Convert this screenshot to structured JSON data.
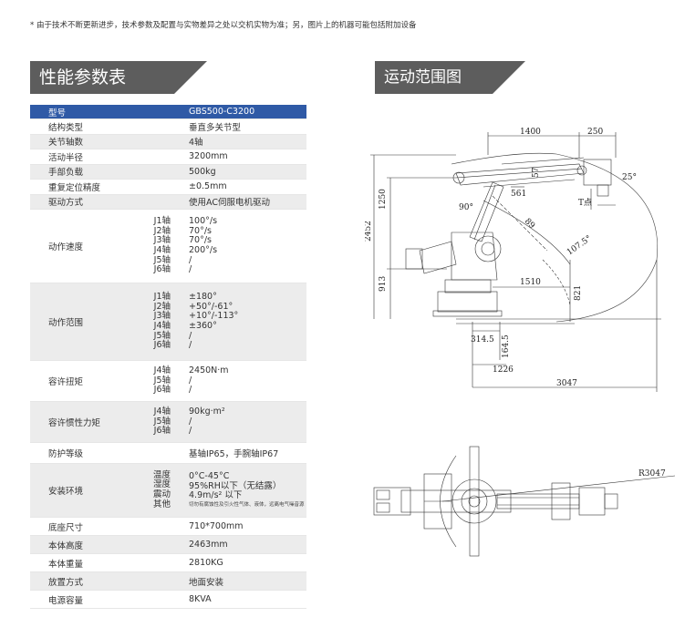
{
  "note": "* 由于技术不断更新进步，技术参数及配置与实物差异之处以交机实物为准；另，图片上的机器可能包括附加设备",
  "left_title": "性能参数表",
  "right_title": "运动范围图",
  "spec": {
    "header": {
      "label": "型号",
      "value": "GBS500-C3200"
    },
    "structure": {
      "label": "结构类型",
      "value": "垂直多关节型"
    },
    "axes": {
      "label": "关节轴数",
      "value": "4轴"
    },
    "radius": {
      "label": "活动半径",
      "value": "3200mm"
    },
    "payload": {
      "label": "手部负载",
      "value": "500kg"
    },
    "repeat": {
      "label": "重复定位精度",
      "value": "±0.5mm"
    },
    "drive": {
      "label": "驱动方式",
      "value": "使用AC伺服电机驱动"
    },
    "speed": {
      "label": "动作速度",
      "axes": [
        "J1轴",
        "J2轴",
        "J3轴",
        "J4轴",
        "J5轴",
        "J6轴"
      ],
      "values": [
        "100°/s",
        "70°/s",
        "70°/s",
        "200°/s",
        "/",
        "/"
      ]
    },
    "range": {
      "label": "动作范围",
      "axes": [
        "J1轴",
        "J2轴",
        "J3轴",
        "J4轴",
        "J5轴",
        "J6轴"
      ],
      "values": [
        "±180°",
        "+50°/-61°",
        "+10°/-113°",
        "±360°",
        "/",
        "/"
      ]
    },
    "torque": {
      "label": "容许扭矩",
      "axes": [
        "J4轴",
        "J5轴",
        "J6轴"
      ],
      "values": [
        "2450N·m",
        "/",
        "/"
      ]
    },
    "inertia": {
      "label": "容许惯性力矩",
      "axes": [
        "J4轴",
        "J5轴",
        "J6轴"
      ],
      "values": [
        "90kg·m²",
        "/",
        "/"
      ]
    },
    "protection": {
      "label": "防护等级",
      "value": "基轴IP65，手腕轴IP67"
    },
    "env": {
      "label": "安装环境",
      "keys": [
        "温度",
        "湿度",
        "震动",
        "其他"
      ],
      "values": [
        "0°C-45°C",
        "95%RH以下（无结露）",
        "4.9m/s² 以下"
      ],
      "other": "切勿有腐蚀性及引火性气体、液体，远离电气噪音源"
    },
    "base": {
      "label": "底座尺寸",
      "value": "710*700mm"
    },
    "height": {
      "label": "本体高度",
      "value": "2463mm"
    },
    "weight": {
      "label": "本体重量",
      "value": "2810KG"
    },
    "mount": {
      "label": "放置方式",
      "value": "地面安装"
    },
    "power": {
      "label": "电源容量",
      "value": "8KVA"
    }
  },
  "diagram": {
    "d1400": "1400",
    "d250": "250",
    "d57": "57",
    "d25deg": "25°",
    "d561": "561",
    "d1250": "1250",
    "d2452": "2452",
    "d90deg": "90°",
    "d89": "89",
    "d1075deg": "107.5°",
    "d913": "913",
    "d1510": "1510",
    "d821": "821",
    "d3145": "314.5",
    "d1645": "164.5",
    "d1226": "1226",
    "d3047": "3047",
    "tpt": "T点",
    "r3047": "R3047"
  }
}
